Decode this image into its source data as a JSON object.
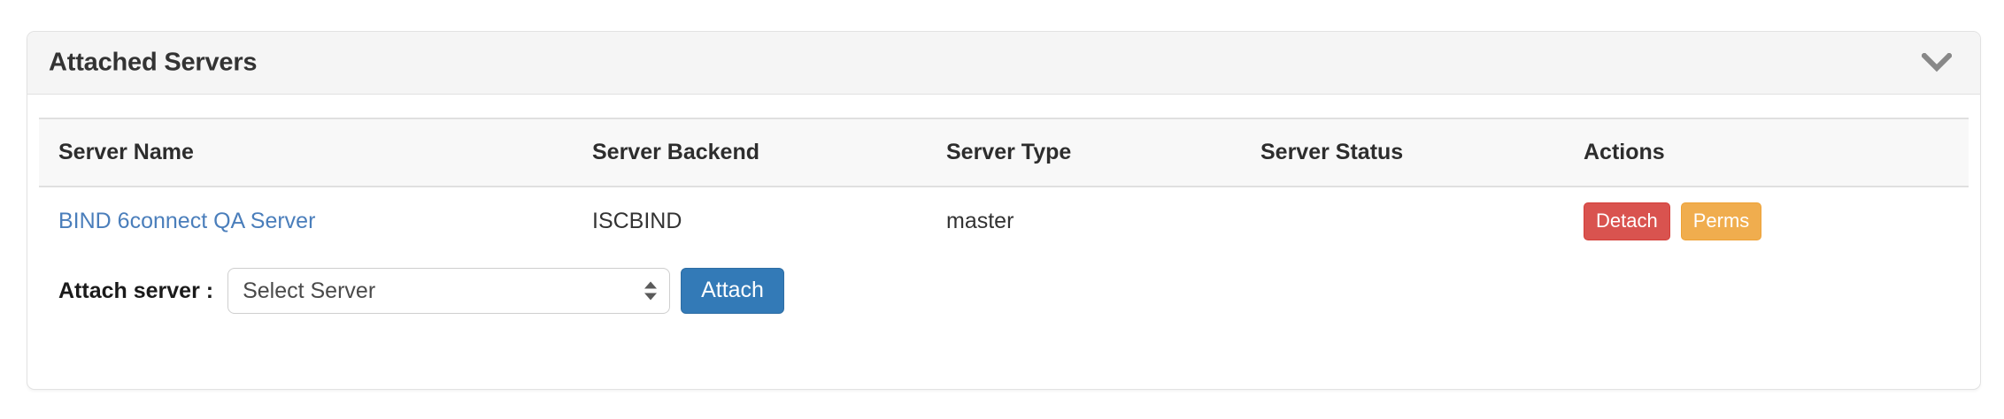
{
  "panel": {
    "title": "Attached Servers",
    "collapse_icon": "chevron-down-icon"
  },
  "table": {
    "headers": [
      "Server Name",
      "Server Backend",
      "Server Type",
      "Server Status",
      "Actions"
    ],
    "rows": [
      {
        "server_name": "BIND 6connect QA Server",
        "server_backend": "ISCBIND",
        "server_type": "master",
        "server_status": "",
        "actions": [
          {
            "label": "Detach",
            "style": "danger"
          },
          {
            "label": "Perms",
            "style": "warning"
          }
        ]
      }
    ]
  },
  "attach": {
    "label": "Attach server :",
    "select_value": "Select Server",
    "button_label": "Attach"
  },
  "colors": {
    "link": "#4a7ebb",
    "danger": "#d9534f",
    "warning": "#f0ad4e",
    "primary": "#337ab7",
    "panel_heading_bg": "#f5f5f5",
    "table_head_bg": "#f8f8f8",
    "border": "#e2e2e2"
  }
}
